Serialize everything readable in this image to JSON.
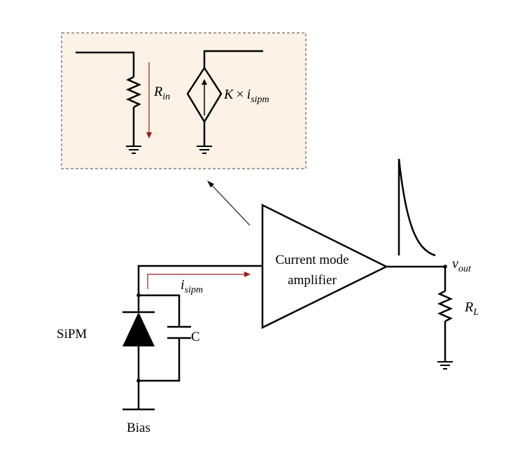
{
  "labels": {
    "amplifier_line1": "Current mode",
    "amplifier_line2": "amplifier",
    "sipm": "SiPM",
    "capacitor": "C",
    "bias": "Bias",
    "rin_main": "R",
    "rin_sub": "in",
    "source_k": "K",
    "source_times": "×",
    "source_i": "i",
    "source_sub": "sipm",
    "isipm_main": "i",
    "isipm_sub": "sipm",
    "vout_main": "v",
    "vout_sub": "out",
    "rl_main": "R",
    "rl_sub": "L"
  },
  "colors": {
    "wire": "#000000",
    "current_arrow": "#9b1b1b",
    "inset_fill": "#fcf3e6",
    "inset_border": "#444444"
  }
}
